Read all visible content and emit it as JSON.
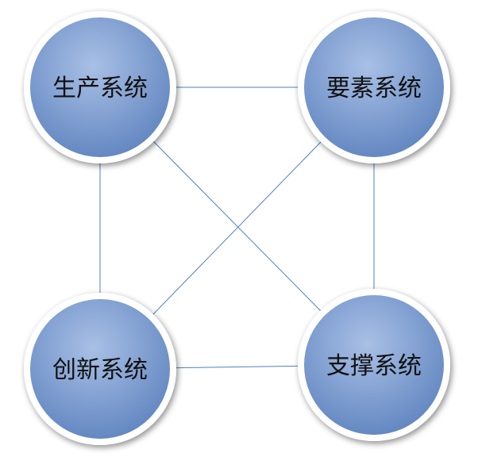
{
  "nodes": [
    {
      "id": "production",
      "label": "生产系统"
    },
    {
      "id": "elements",
      "label": "要素系统"
    },
    {
      "id": "innovation",
      "label": "创新系统"
    },
    {
      "id": "support",
      "label": "支撑系统"
    }
  ],
  "edges": [
    [
      "production",
      "elements"
    ],
    [
      "production",
      "innovation"
    ],
    [
      "elements",
      "support"
    ],
    [
      "innovation",
      "support"
    ],
    [
      "production",
      "support"
    ],
    [
      "elements",
      "innovation"
    ]
  ],
  "colors": {
    "node_fill_light": "#a9c0e6",
    "node_fill_dark": "#5f84bf",
    "node_ring": "#ffffff",
    "edge": "#4f81bd"
  }
}
